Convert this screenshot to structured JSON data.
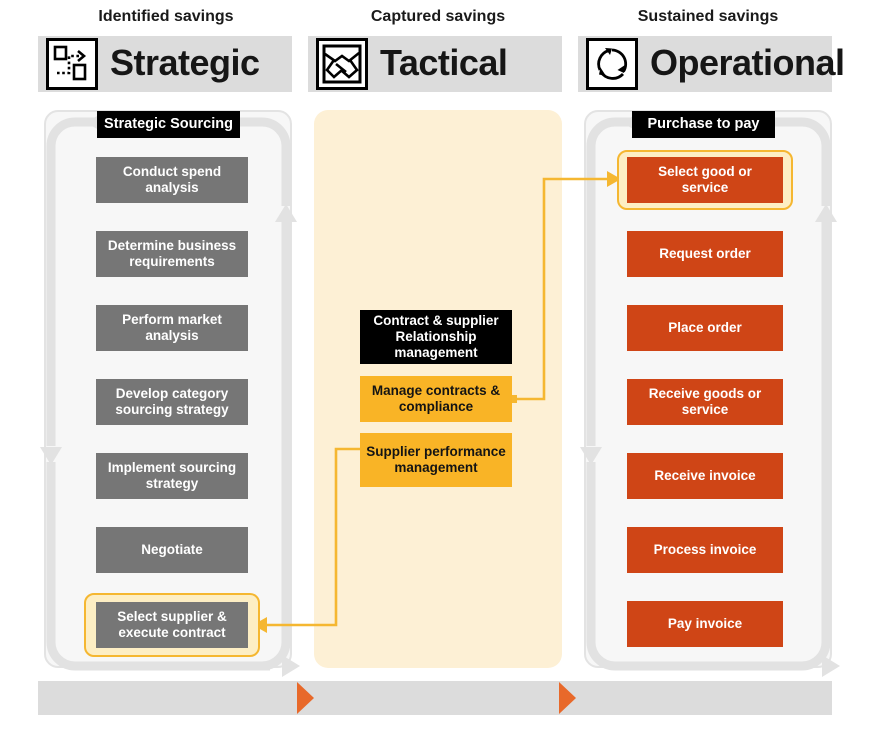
{
  "header": {
    "columns": [
      {
        "label": "Strategic",
        "icon": "strategy-path-icon"
      },
      {
        "label": "Tactical",
        "icon": "handshake-icon"
      },
      {
        "label": "Operational",
        "icon": "cycle-arrows-icon"
      }
    ]
  },
  "strategic": {
    "title": "Strategic Sourcing",
    "steps": [
      "Conduct spend analysis",
      "Determine business requirements",
      "Perform market analysis",
      "Develop category sourcing strategy",
      "Implement sourcing strategy",
      "Negotiate",
      "Select supplier & execute contract"
    ]
  },
  "tactical": {
    "title": "Contract & supplier Relationship management",
    "steps": [
      "Manage contracts & compliance",
      "Supplier performance management"
    ]
  },
  "operational": {
    "title": "Purchase to pay",
    "steps": [
      "Select good or service",
      "Request order",
      "Place order",
      "Receive goods or service",
      "Receive invoice",
      "Process invoice",
      "Pay invoice"
    ]
  },
  "savings": {
    "segments": [
      "Identified savings",
      "Captured savings",
      "Sustained savings"
    ]
  },
  "colors": {
    "header_bar": "#dcdcdc",
    "panel_gray": "#f7f7f7",
    "panel_tactical": "#fdf0d5",
    "box_gray": "#767676",
    "box_orange": "#cf4516",
    "box_yellow": "#f9b426",
    "box_black": "#000000",
    "connector_orange": "#f5b731",
    "loop_gray": "#e0e0e0"
  }
}
